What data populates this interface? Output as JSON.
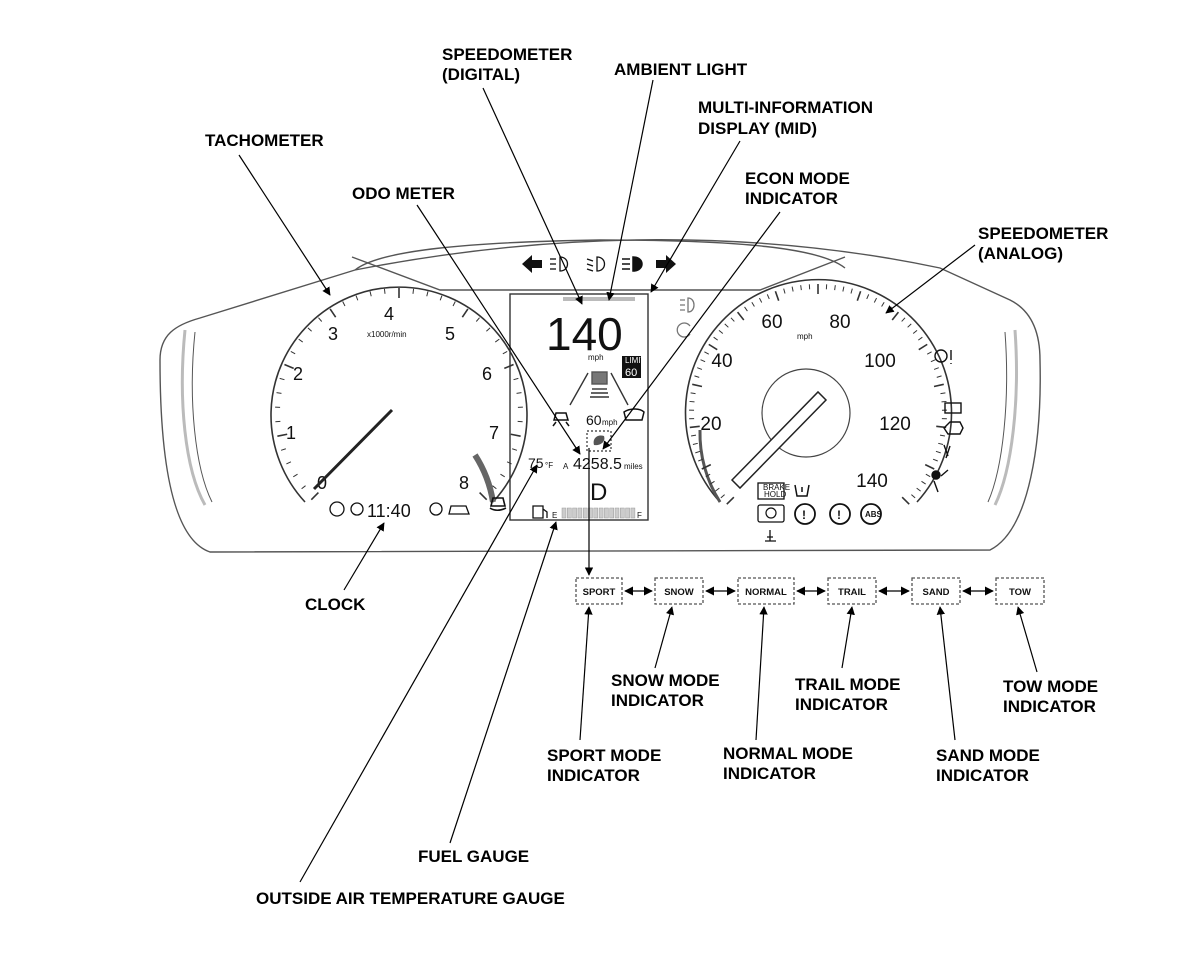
{
  "labels": {
    "speedometer_digital": [
      "SPEEDOMETER",
      "(DIGITAL)"
    ],
    "ambient_light": [
      "AMBIENT LIGHT"
    ],
    "mid": [
      "MULTI-INFORMATION",
      "DISPLAY (MID)"
    ],
    "tachometer": [
      "TACHOMETER"
    ],
    "odo_meter": [
      "ODO METER"
    ],
    "econ_mode": [
      "ECON MODE",
      "INDICATOR"
    ],
    "speedometer_analog": [
      "SPEEDOMETER",
      "(ANALOG)"
    ],
    "clock": [
      "CLOCK"
    ],
    "snow_mode": [
      "SNOW MODE",
      "INDICATOR"
    ],
    "trail_mode": [
      "TRAIL MODE",
      "INDICATOR"
    ],
    "tow_mode": [
      "TOW MODE",
      "INDICATOR"
    ],
    "sport_mode": [
      "SPORT MODE",
      "INDICATOR"
    ],
    "normal_mode": [
      "NORMAL MODE",
      "INDICATOR"
    ],
    "sand_mode": [
      "SAND MODE",
      "INDICATOR"
    ],
    "fuel_gauge": [
      "FUEL GAUGE"
    ],
    "outside_temp": [
      "OUTSIDE AIR TEMPERATURE GAUGE"
    ]
  },
  "tachometer": {
    "numbers": [
      "0",
      "1",
      "2",
      "3",
      "4",
      "5",
      "6",
      "7",
      "8"
    ],
    "unit": "x1000r/min"
  },
  "speedometer_analog": {
    "numbers": [
      "20",
      "40",
      "60",
      "80",
      "100",
      "120",
      "140"
    ],
    "unit": "mph"
  },
  "mid": {
    "speed": "140",
    "speed_unit": "mph",
    "limit_label": "LIMIT",
    "limit_value": "60",
    "acc_speed": "60",
    "acc_unit": "mph",
    "odo_prefix": "A",
    "odo_value": "4258.5",
    "odo_unit": "miles",
    "temp_value": "75",
    "temp_unit": "°F",
    "gear": "D",
    "fuel_e": "E",
    "fuel_f": "F"
  },
  "clock": {
    "time": "11:40"
  },
  "warning_labels": {
    "brake_hold": [
      "BRAKE",
      "HOLD"
    ],
    "abs": "ABS"
  },
  "modes": [
    "SPORT",
    "SNOW",
    "NORMAL",
    "TRAIL",
    "SAND",
    "TOW"
  ]
}
